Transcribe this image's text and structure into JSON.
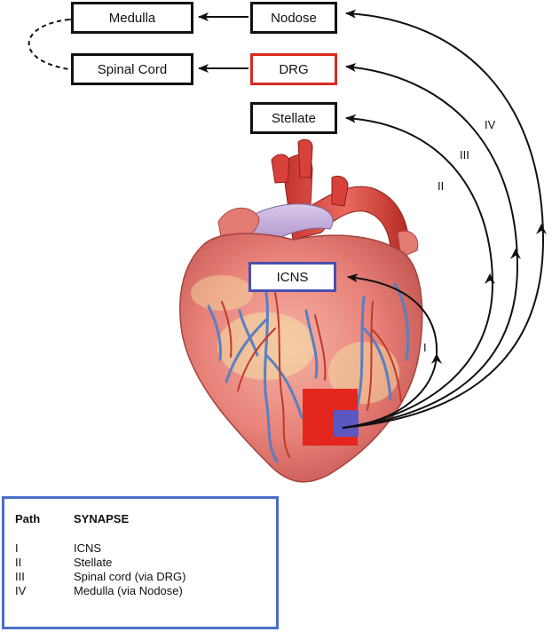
{
  "nodes": {
    "medulla": "Medulla",
    "nodose": "Nodose",
    "spinal_cord": "Spinal Cord",
    "drg": "DRG",
    "stellate": "Stellate",
    "icns": "ICNS"
  },
  "path_labels": [
    "I",
    "II",
    "III",
    "IV"
  ],
  "legend": {
    "header_path": "Path",
    "header_synapse": "SYNAPSE",
    "rows": [
      {
        "path": "I",
        "synapse": "ICNS"
      },
      {
        "path": "II",
        "synapse": "Stellate"
      },
      {
        "path": "III",
        "synapse": "Spinal cord (via DRG)"
      },
      {
        "path": "IV",
        "synapse": "Medulla (via Nodose)"
      }
    ]
  },
  "colors": {
    "heart": "#e8837a",
    "aorta": "#d8413a",
    "vena_cava": "#b7a0d0",
    "vein": "#5a7fc0",
    "artery": "#c0392b",
    "fat": "#f3e2a6",
    "red_zone": "#e3271c",
    "blue_zone": "#5b58c2",
    "drg_border": "#d62a22",
    "icns_border": "#4a4fb0",
    "legend_border": "#4a6fc8"
  }
}
